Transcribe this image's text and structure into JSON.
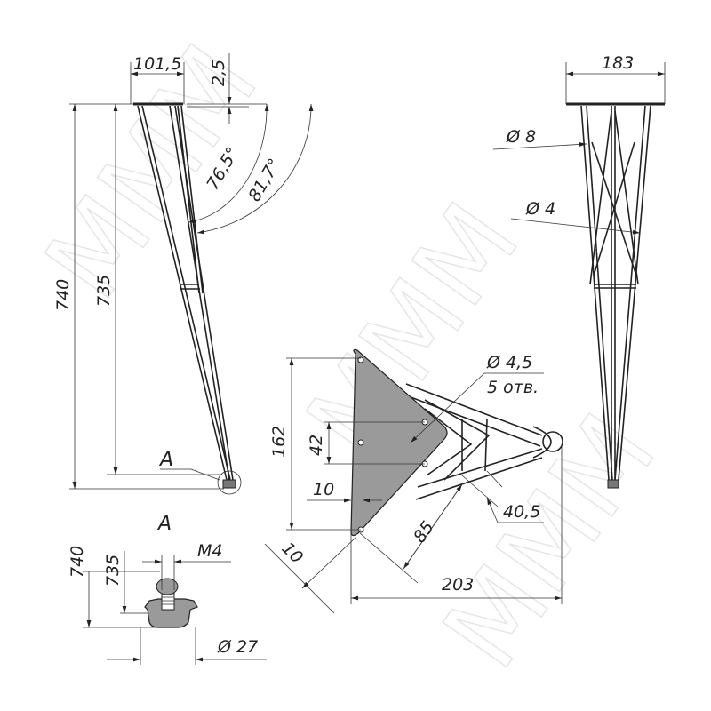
{
  "side_view": {
    "top_width": "101,5",
    "plate_thickness": "2,5",
    "angle_inner": "76,5°",
    "angle_outer": "81,7°",
    "total_height": "740",
    "leg_height": "735",
    "detail_marker": "A"
  },
  "front_view": {
    "top_width": "183",
    "rod_diameter_thick": "Ø 8",
    "rod_diameter_thin": "Ø 4"
  },
  "top_view": {
    "hole_diameter": "Ø 4,5",
    "hole_count": "5 отв.",
    "plate_height": "162",
    "hole_spacing": "42",
    "hole_edge_offset": "10",
    "diagonal_offset": "10",
    "diagonal_length": "85",
    "strut_offset": "40,5",
    "total_length": "203"
  },
  "detail_a": {
    "title": "A",
    "total_height": "740",
    "leg_height": "735",
    "thread": "M4",
    "foot_diameter": "Ø 27"
  },
  "colors": {
    "line": "#222222",
    "fill": "#9a9a9a"
  }
}
